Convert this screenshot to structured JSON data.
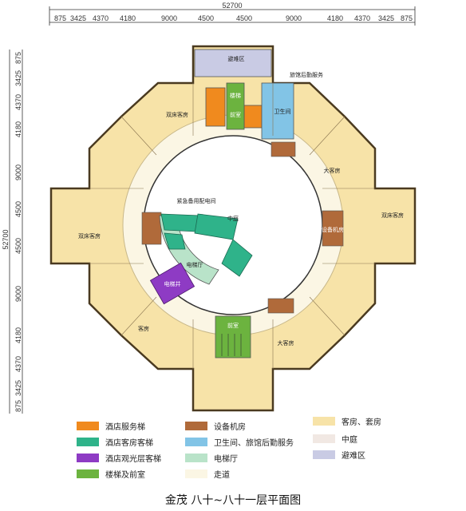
{
  "dimensions": {
    "overall": "52700",
    "top": [
      "875",
      "3425",
      "4370",
      "4180",
      "9000",
      "4500",
      "4500",
      "9000",
      "4180",
      "4370",
      "3425",
      "875"
    ],
    "left": [
      "875",
      "3425",
      "4370",
      "4180",
      "9000",
      "4500",
      "4500",
      "9000",
      "4180",
      "4370",
      "3425",
      "875"
    ]
  },
  "plan_labels": {
    "refuge": "避难区",
    "hotel_service": "旅馆后勤服务",
    "stairs_top": "楼梯",
    "vestibule_top": "前室",
    "wc": "卫生间",
    "double_nw": "双床客房",
    "large_ne": "大客房",
    "double_e": "双床客房",
    "double_w": "双床客房",
    "equip_room": "设备机房",
    "emergency_power": "紧急备用配电间",
    "atrium": "中庭",
    "elevator_hall": "电梯厅",
    "elevator_obs": "电梯井",
    "guest_sw": "客房",
    "large_se": "大客房",
    "vestibule_bottom": "前室"
  },
  "legend": [
    {
      "label": "酒店服务梯",
      "color": "#f08a1e"
    },
    {
      "label": "酒店客房客梯",
      "color": "#2fb38a"
    },
    {
      "label": "酒店观光层客梯",
      "color": "#8e3bc4"
    },
    {
      "label": "楼梯及前室",
      "color": "#6cb33f"
    },
    {
      "label": "设备机房",
      "color": "#b06a3a"
    },
    {
      "label": "卫生间、旅馆后勤服务",
      "color": "#82c4e6"
    },
    {
      "label": "电梯厅",
      "color": "#b9e3c9"
    },
    {
      "label": "走道",
      "color": "#fbf6e4"
    },
    {
      "label": "客房、套房",
      "color": "#f7e3a8"
    },
    {
      "label": "中庭",
      "color": "#f1e8e3"
    },
    {
      "label": "避难区",
      "color": "#c9cbe4"
    }
  ],
  "caption": "金茂 八十~八十一层平面图"
}
